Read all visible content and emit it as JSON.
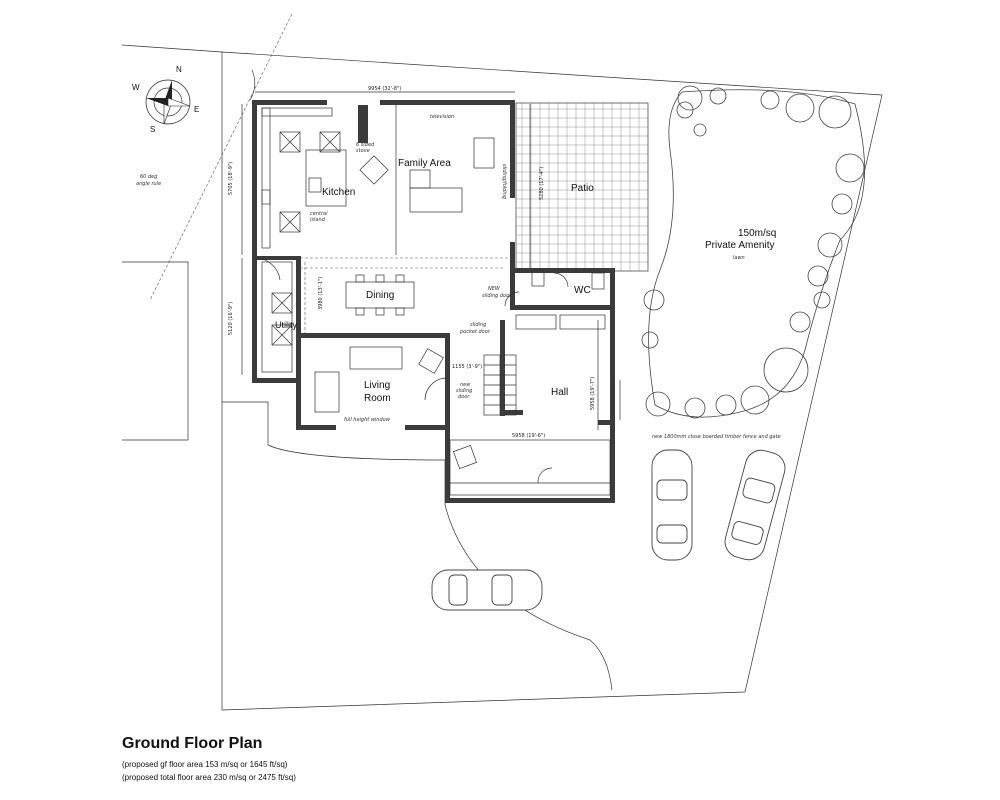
{
  "plan": {
    "title": "Ground Floor Plan",
    "gf_area": "(proposed gf floor area 153 m/sq or 1645 ft/sq)",
    "total_area": "(proposed total floor area 230 m/sq or 2475 ft/sq)"
  },
  "compass": {
    "n": "N",
    "e": "E",
    "s": "S",
    "w": "W"
  },
  "rooms": {
    "kitchen": "Kitchen",
    "family_area": "Family Area",
    "patio": "Patio",
    "private_amenity_area": "150m/sq",
    "private_amenity_label": "Private Amenity",
    "lawn": "lawn",
    "dining": "Dining",
    "wc": "WC",
    "utility": "Utility",
    "living_room_1": "Living",
    "living_room_2": "Room",
    "hall": "Hall"
  },
  "notes": {
    "angle_1": "60 deg",
    "angle_2": "angle rule",
    "stove_1": "6 sided",
    "stove_2": "stove",
    "television": "television",
    "island_1": "central",
    "island_2": "island",
    "sliding_folding": "sliding/folding",
    "sliding_door_1": "NEW",
    "sliding_door_2": "sliding door",
    "pocket_door_1": "sliding",
    "pocket_door_2": "pocket door",
    "new_sliding_1": "new",
    "new_sliding_2": "sliding",
    "new_sliding_3": "door",
    "window": "full height window",
    "fence": "new 1800mm close boarded timber fence and gate"
  },
  "dimensions": {
    "top": "9954 (32'-8\")",
    "kitchen_height": "5705 (18'-9\")",
    "utility_height": "5120 (16'-9\")",
    "dining_height": "3980 (13'-1\")",
    "patio_height": "5280 (17'-4\")",
    "living_width": "1155 (3'-9\")",
    "hall_height": "5958 (19'-7\")",
    "hall_width": "5958 (19'-6\")"
  }
}
